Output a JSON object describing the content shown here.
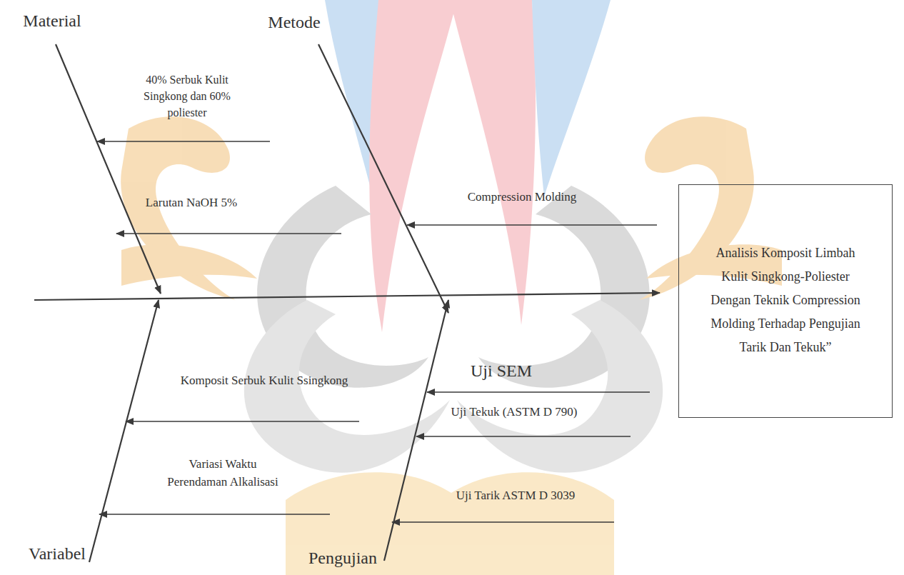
{
  "diagram": {
    "nodes": [
      {
        "text": [
          "Analisis Komposit Limbah Kulit Singkong-Poliester Dengan Teknik Compression Molding Terhadap Pengujian Tarik Dan Tekuk”"
        ]
      }
    ],
    "labels": [
      "Material",
      "Metode",
      "Variabel",
      "Pengujian",
      "40% Serbuk Kulit Singkong dan 60% poliester",
      "Larutan NaOH 5%",
      "Compression Molding",
      "Uji SEM",
      "Uji Tekuk (ASTM D 790)",
      "Uji Tarik ASTM D 3039",
      "Komposit Serbuk Kulit Ssingkong",
      "Variasi Waktu Perendaman Alkalisasi"
    ]
  }
}
